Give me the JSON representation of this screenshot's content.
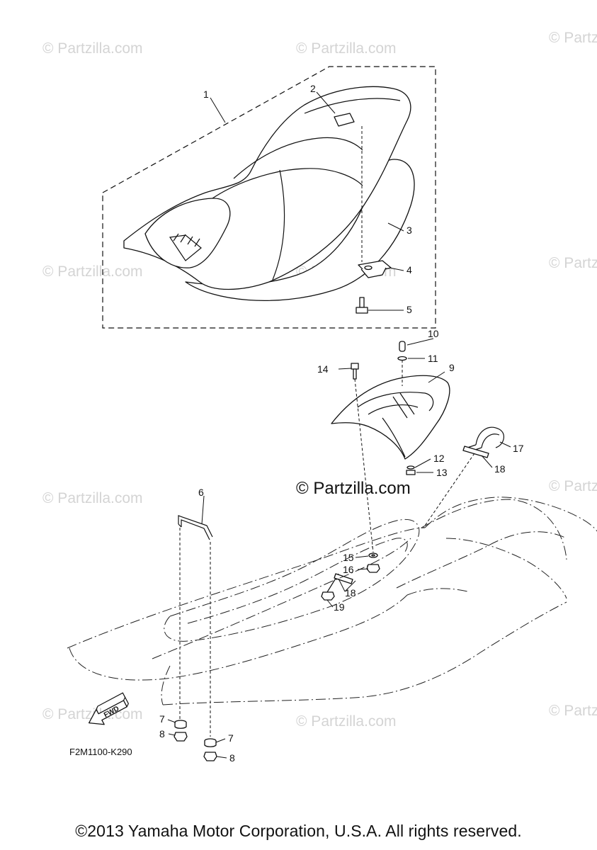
{
  "watermark": "© Partzilla.com",
  "center_watermark": "© Partzilla.com",
  "callouts": {
    "c1": "1",
    "c2": "2",
    "c3": "3",
    "c4": "4",
    "c5": "5",
    "c6": "6",
    "c7a": "7",
    "c7b": "7",
    "c8a": "8",
    "c8b": "8",
    "c9": "9",
    "c10": "10",
    "c11": "11",
    "c12": "12",
    "c13": "13",
    "c14": "14",
    "c15": "15",
    "c16": "16",
    "c17": "17",
    "c18a": "18",
    "c18b": "18",
    "c19": "19"
  },
  "fwd_label": "FWD",
  "diagram_code": "F2M1100-K290",
  "copyright": "©2013 Yamaha Motor Corporation, U.S.A. All rights reserved."
}
